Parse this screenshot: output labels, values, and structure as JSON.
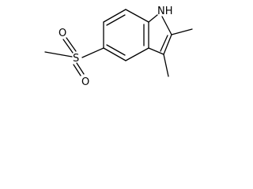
{
  "molecule": {
    "atoms": {
      "nh": "NH",
      "sulfur": "S",
      "oxygen_top": "O",
      "oxygen_bottom": "O"
    }
  },
  "colors": {
    "bond": "#000000",
    "label": "#000000",
    "background": "#ffffff"
  }
}
